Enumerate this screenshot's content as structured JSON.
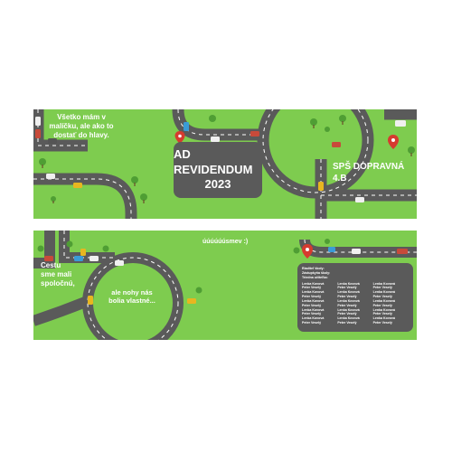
{
  "top_card": {
    "quote": "Všetko mám v malíčku, ale ako to dostať do hlavy.",
    "title_line1": "AD REVIDENDUM",
    "title_line2": "2023",
    "school": "SPŠ DOPRAVNÁ",
    "class": "4.B"
  },
  "bottom_card": {
    "quote_left": "Cestu sme mali spoločnú,",
    "quote_center": "ale nohy nás bolia vlastné...",
    "smile_text": "úúúúúúsmev :)",
    "names_panel": {
      "heading": [
        "Riaditeľ školy:",
        "Zástupkyňa školy:",
        "Triedna učiteľka:"
      ],
      "columns": [
        [
          "Lenka Kovová",
          "Peter Veselý",
          "Lenka Kovová",
          "Peter Veselý",
          "Lenka Kovová",
          "Peter Veselý",
          "Lenka Kovová",
          "Peter Veselý",
          "Lenka Kovová",
          "Peter Veselý"
        ],
        [
          "Lenka Kovová",
          "Peter Veselý",
          "Lenka Kovová",
          "Peter Veselý",
          "Lenka Kovová",
          "Peter Veselý",
          "Lenka Kovová",
          "Peter Veselý",
          "Lenka Kovová",
          "Peter Veselý"
        ],
        [
          "Lenka Kovová",
          "Peter Veselý",
          "Lenka Kovová",
          "Peter Veselý",
          "Lenka Kovová",
          "Peter Veselý",
          "Lenka Kovová",
          "Peter Veselý",
          "Lenka Kovová",
          "Peter Veselý"
        ]
      ]
    }
  },
  "colors": {
    "grass": "#7ecc4f",
    "road": "#5a5a5a",
    "road_marking": "#ffffff",
    "pin": "#d63b2f",
    "tree": "#4f9e34"
  }
}
